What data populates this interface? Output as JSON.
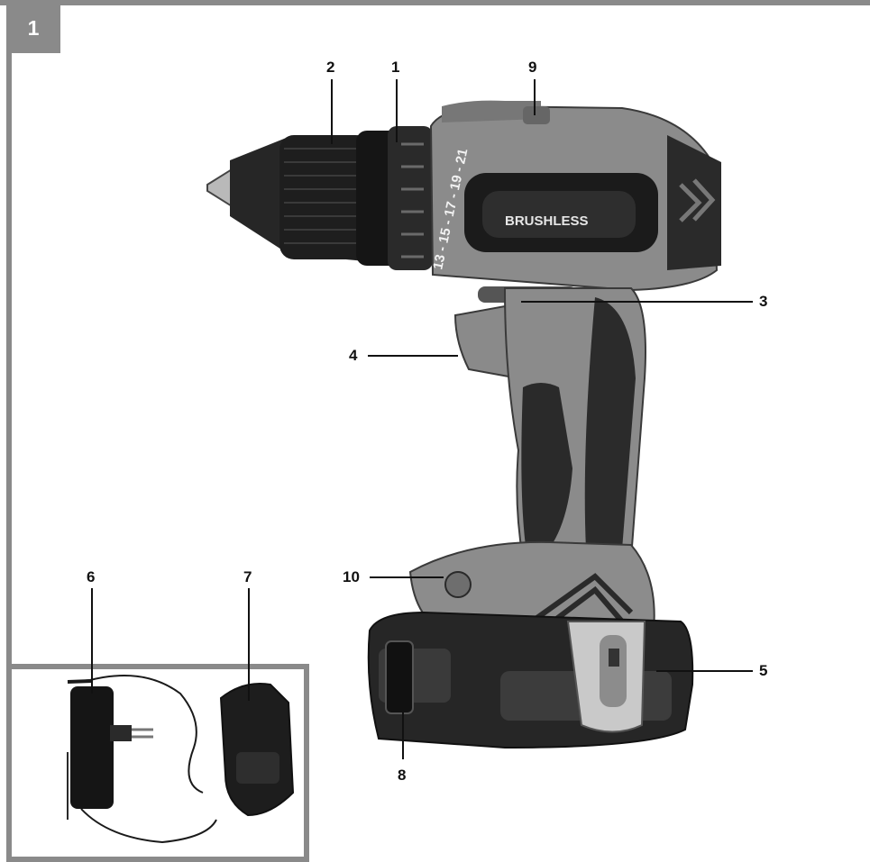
{
  "figure": {
    "badge": "1"
  },
  "drill": {
    "brand_label": "BRUSHLESS",
    "torque_scale": "13 - 15 - 17 - 19 - 21"
  },
  "callouts": {
    "c1": "1",
    "c2": "2",
    "c3": "3",
    "c4": "4",
    "c5": "5",
    "c6": "6",
    "c7": "7",
    "c8": "8",
    "c9": "9",
    "c10": "10"
  }
}
